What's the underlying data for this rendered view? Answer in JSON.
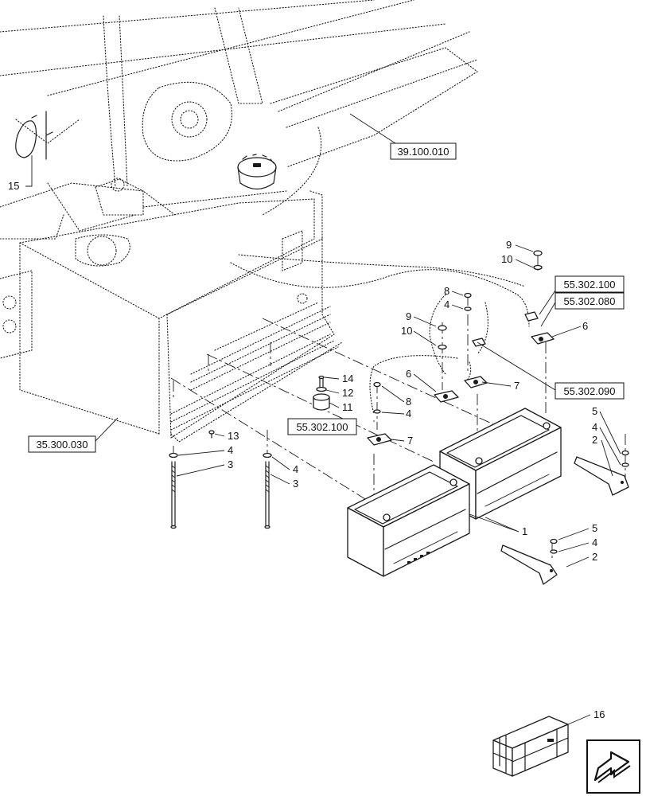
{
  "callouts": {
    "c15": "15",
    "c9a": "9",
    "c10a": "10",
    "c8a": "8",
    "c4a": "4",
    "c9b": "9",
    "c10b": "10",
    "c6a": "6",
    "c6b": "6",
    "c7a": "7",
    "c14": "14",
    "c12": "12",
    "c11": "11",
    "c4b": "4",
    "c8b": "8",
    "c7b": "7",
    "c13": "13",
    "c4c": "4",
    "c3a": "3",
    "c4d": "4",
    "c3b": "3",
    "c5a": "5",
    "c4e": "4",
    "c2a": "2",
    "c1": "1",
    "c5b": "5",
    "c4f": "4",
    "c2b": "2",
    "c16": "16"
  },
  "references": {
    "r39_100_010": "39.100.010",
    "r55_302_100_a": "55.302.100",
    "r55_302_080": "55.302.080",
    "r55_302_090": "55.302.090",
    "r55_302_100_b": "55.302.100",
    "r35_300_030": "35.300.030"
  },
  "icons": {
    "navigation": "next-page-arrow-icon",
    "kit": "parts-kit-crate-icon"
  }
}
